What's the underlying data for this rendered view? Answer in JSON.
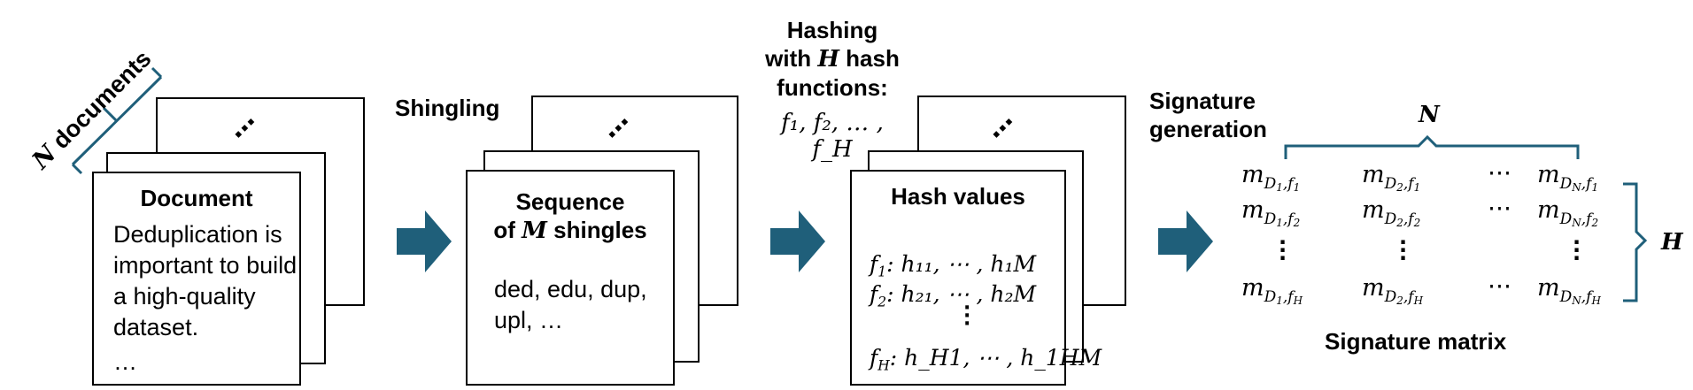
{
  "stage1": {
    "group_label_var": "N",
    "group_label_rest": " documents",
    "card_title": "Document",
    "card_text": "Deduplication is important to build a high-quality dataset.",
    "card_ellipsis": "…",
    "stack_ellipsis": "⋯"
  },
  "stage2": {
    "step_label": "Shingling",
    "card_title_line1": "Sequence",
    "card_title_line2_pre": "of ",
    "card_title_line2_var": "M",
    "card_title_line2_post": " shingles",
    "card_text": "ded, edu, dup, upl, …",
    "stack_ellipsis": "⋯"
  },
  "stage3": {
    "step_label_line1": "Hashing",
    "step_label_line2_pre": "with ",
    "step_label_line2_var": "H",
    "step_label_line2_post": " hash",
    "step_label_line3": "functions:",
    "function_list": "f₁, f₂, … , f_H",
    "card_title": "Hash values",
    "rows": [
      {
        "f": "f",
        "fsub": "1",
        "vals": "h₁₁, ⋯ , h₁M"
      },
      {
        "f": "f",
        "fsub": "2",
        "vals": "h₂₁, ⋯ , h₂M"
      },
      {
        "f": "f",
        "fsub": "H",
        "vals": "h_H1, ⋯ , h_1HM"
      }
    ],
    "stack_ellipsis": "⋯"
  },
  "stage4": {
    "step_label_line1": "Signature",
    "step_label_line2": "generation",
    "top_brace_label": "N",
    "right_brace_label": "H",
    "caption": "Signature matrix"
  },
  "colors": {
    "arrow": "#1f5f7a",
    "brace": "#1f5f7a",
    "border": "#000000"
  }
}
